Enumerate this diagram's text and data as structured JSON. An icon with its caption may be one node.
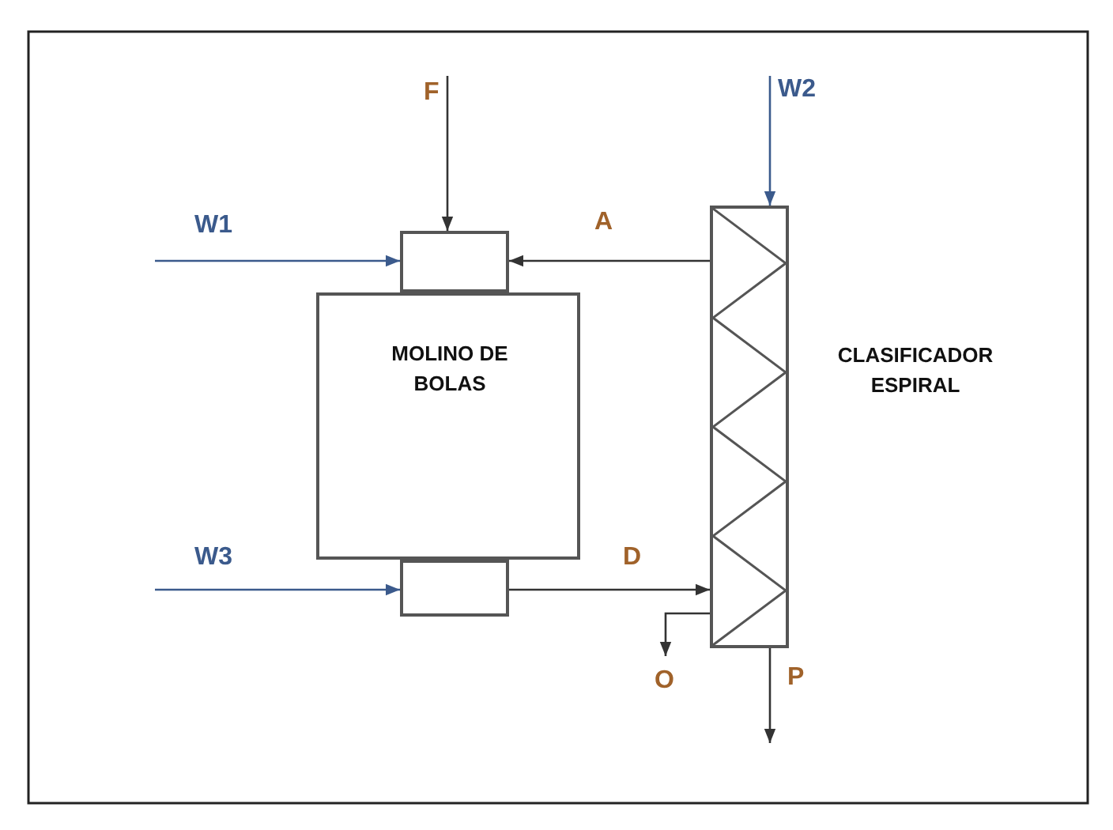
{
  "diagram": {
    "nodes": [
      {
        "text": [
          "MOLINO DE BOLAS"
        ]
      },
      {
        "text": [],
        "shape": "box"
      },
      {
        "text": [],
        "shape": "box"
      },
      {
        "text": [
          "CLASIFICADOR ESPIRAL"
        ]
      }
    ],
    "edges": [
      {
        "from": null,
        "to": 1,
        "arrow": "to",
        "label": "F"
      },
      {
        "from": null,
        "to": 1,
        "arrow": "to",
        "label": "W1",
        "color": "#3b5a8c"
      },
      {
        "from": 3,
        "to": 1,
        "arrow": "to",
        "label": "A"
      },
      {
        "from": null,
        "to": 3,
        "arrow": "to",
        "label": "W2",
        "color": "#3b5a8c"
      },
      {
        "from": null,
        "to": 2,
        "arrow": "to",
        "label": "W3",
        "color": "#3b5a8c"
      },
      {
        "from": 2,
        "to": 3,
        "arrow": "to",
        "label": "D"
      },
      {
        "from": 3,
        "to": null,
        "arrow": "to",
        "label": "O"
      },
      {
        "from": 3,
        "to": null,
        "arrow": "to",
        "label": "P"
      }
    ]
  }
}
